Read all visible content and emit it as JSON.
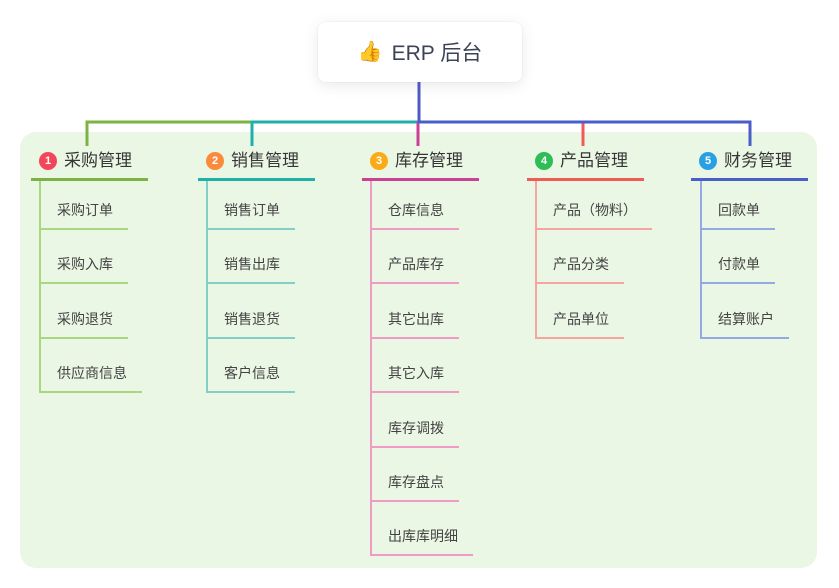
{
  "root": {
    "icon": "👍",
    "label": "ERP 后台"
  },
  "branches": [
    {
      "index": "1",
      "label": "采购管理",
      "badge_color": "#f4465b",
      "line_color": "#7cb342",
      "child_line_color": "#a9d780",
      "children": [
        "采购订单",
        "采购入库",
        "采购退货",
        "供应商信息"
      ]
    },
    {
      "index": "2",
      "label": "销售管理",
      "badge_color": "#fb8b3c",
      "line_color": "#1fb1a9",
      "child_line_color": "#82cfc9",
      "children": [
        "销售订单",
        "销售出库",
        "销售退货",
        "客户信息"
      ]
    },
    {
      "index": "3",
      "label": "库存管理",
      "badge_color": "#fbab17",
      "line_color": "#cb3f97",
      "child_line_color": "#f09ac6",
      "children": [
        "仓库信息",
        "产品库存",
        "其它出库",
        "其它入库",
        "库存调拨",
        "库存盘点",
        "出库库明细"
      ]
    },
    {
      "index": "4",
      "label": "产品管理",
      "badge_color": "#2ebd57",
      "line_color": "#f05b56",
      "child_line_color": "#f7a3a0",
      "children": [
        "产品（物料）",
        "产品分类",
        "产品单位"
      ]
    },
    {
      "index": "5",
      "label": "财务管理",
      "badge_color": "#29a0e4",
      "line_color": "#4a5ec9",
      "child_line_color": "#93a9e2",
      "children": [
        "回款单",
        "付款单",
        "结算账户"
      ]
    }
  ],
  "colors": {
    "canvas_bg": "#ffffff",
    "panel_bg": "#ebf7e5",
    "root_connector": "#5059c9"
  }
}
